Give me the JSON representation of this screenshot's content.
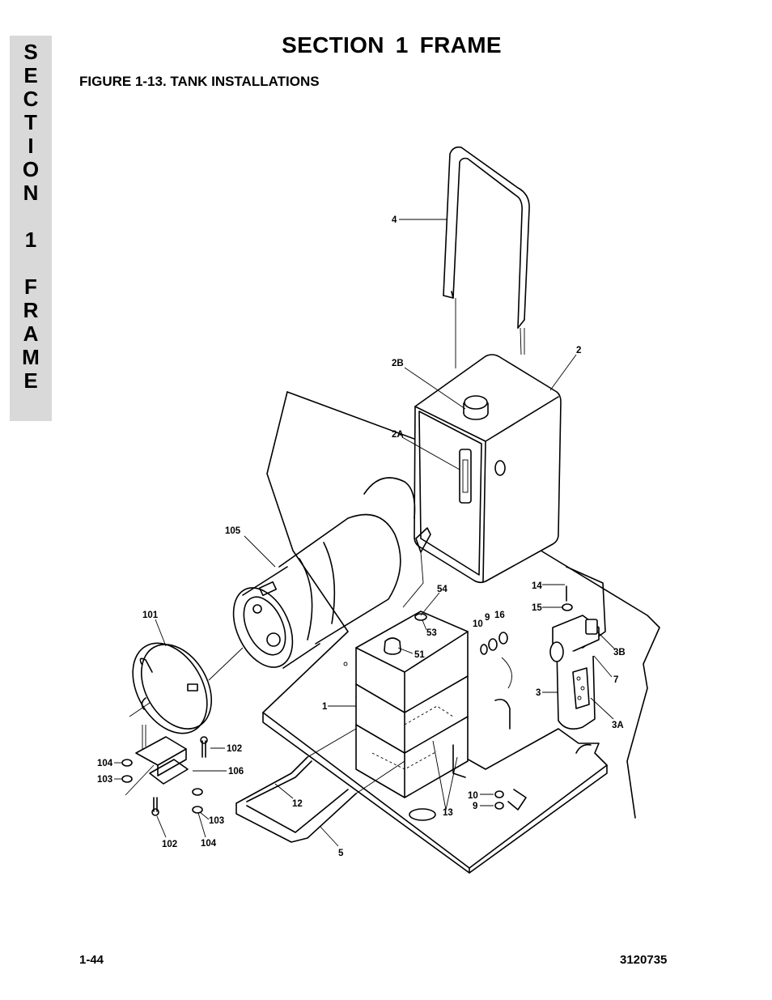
{
  "side_tab": {
    "letters": [
      "S",
      "E",
      "C",
      "T",
      "I",
      "O",
      "N",
      "",
      "1",
      "",
      "F",
      "R",
      "A",
      "M",
      "E"
    ]
  },
  "header": {
    "title": "SECTION 1  FRAME",
    "figure_caption": "FIGURE 1-13.  TANK INSTALLATIONS"
  },
  "callouts": {
    "c4": "4",
    "c2": "2",
    "c2B": "2B",
    "c2A": "2A",
    "c105": "105",
    "c54": "54",
    "c53": "53",
    "c51": "51",
    "c10a": "10",
    "c9a": "9",
    "c16": "16",
    "c14": "14",
    "c15": "15",
    "c3B": "3B",
    "c7": "7",
    "c3": "3",
    "c3A": "3A",
    "c101": "101",
    "c1": "1",
    "c102a": "102",
    "c106": "106",
    "c104a": "104",
    "c103a": "103",
    "c12": "12",
    "c13": "13",
    "c10b": "10",
    "c9b": "9",
    "c103b": "103",
    "c5": "5",
    "c102b": "102",
    "c104b": "104"
  },
  "footer": {
    "page_number": "1-44",
    "document_number": "3120735"
  }
}
